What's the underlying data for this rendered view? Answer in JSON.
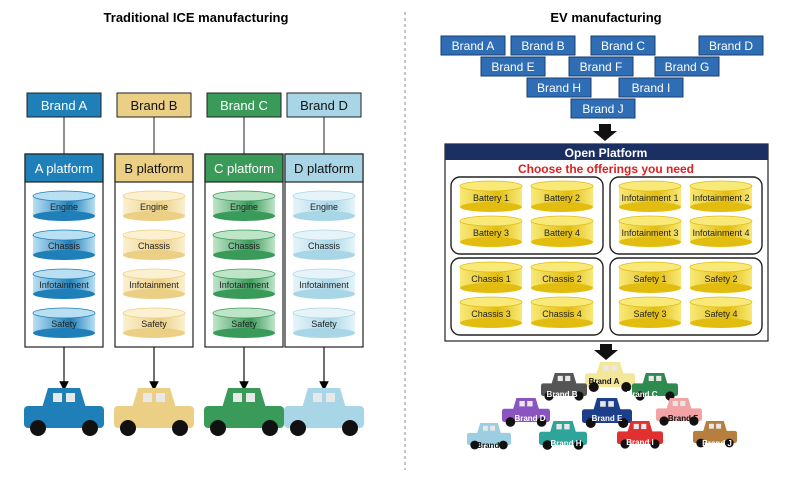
{
  "left": {
    "title": "Traditional ICE manufacturing",
    "columns": [
      {
        "brand": "Brand A",
        "platform": "A platform",
        "color": "#1f7fb8",
        "light": "#b9dff3",
        "text": "#ffffff"
      },
      {
        "brand": "Brand B",
        "platform": "B platform",
        "color": "#ebcf85",
        "light": "#fbf0cf",
        "text": "#111111"
      },
      {
        "brand": "Brand C",
        "platform": "C platform",
        "color": "#3a9a5a",
        "light": "#bfe5c9",
        "text": "#ffffff"
      },
      {
        "brand": "Brand D",
        "platform": "D platform",
        "color": "#a9d6e6",
        "light": "#e6f4fa",
        "text": "#111111"
      }
    ],
    "components": [
      "Engine",
      "Chassis",
      "Infotainment",
      "Safety"
    ]
  },
  "right": {
    "title": "EV manufacturing",
    "brands_row1": [
      "Brand A",
      "Brand B",
      "Brand C",
      "Brand D"
    ],
    "brands_row2": [
      "Brand E",
      "Brand F",
      "Brand G"
    ],
    "brands_row3": [
      "Brand H",
      "Brand I"
    ],
    "brands_row4": [
      "Brand J"
    ],
    "platform_title": "Open Platform",
    "platform_subtitle": "Choose the offerings you need",
    "groups": [
      [
        "Battery 1",
        "Battery 2",
        "Battery 3",
        "Battery 4"
      ],
      [
        "Infotainment 1",
        "Infotainment 2",
        "Infotainment 3",
        "Infotainment 4"
      ],
      [
        "Chassis 1",
        "Chassis 2",
        "Chassis 3",
        "Chassis 4"
      ],
      [
        "Safety 1",
        "Safety 2",
        "Safety 3",
        "Safety 4"
      ]
    ],
    "cars": [
      {
        "label": "Brand A",
        "color": "#f3e79a"
      },
      {
        "label": "Brand B",
        "color": "#555555"
      },
      {
        "label": "Brand C",
        "color": "#2f8a4f"
      },
      {
        "label": "Brand D",
        "color": "#8a55c0"
      },
      {
        "label": "Brand E",
        "color": "#1b3f8a"
      },
      {
        "label": "Brand F",
        "color": "#f3a3a3"
      },
      {
        "label": "Brand G",
        "color": "#9ccde0"
      },
      {
        "label": "Brand H",
        "color": "#2ea59a"
      },
      {
        "label": "Brand I",
        "color": "#e03030"
      },
      {
        "label": "Brand J",
        "color": "#b77f3d"
      }
    ]
  },
  "colors": {
    "brand_box": "#2f6eb5",
    "brand_box_border": "#1b3f70",
    "platform_header": "#1b2f62",
    "subtitle": "#e02020",
    "cylinder": "#f4d52b"
  }
}
